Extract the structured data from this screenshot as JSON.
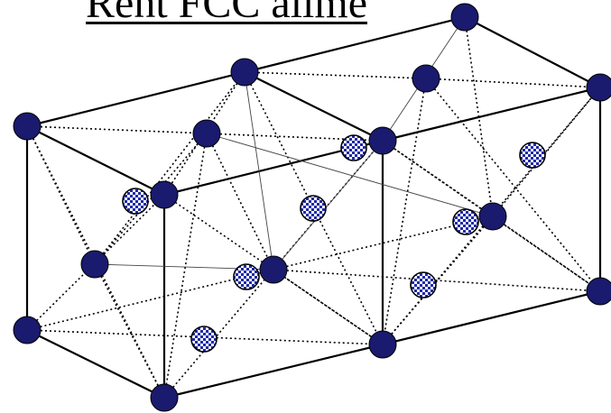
{
  "title": "Rent FCC allme",
  "colors": {
    "atom": "#1a1a6e",
    "checker": "#1f2aa6",
    "edge": "#000000"
  },
  "atoms": [
    {
      "id": "corner-front-bottom-left",
      "kind": "solid"
    },
    {
      "id": "corner-front-bottom-mid",
      "kind": "solid"
    },
    {
      "id": "corner-front-bottom-right",
      "kind": "solid"
    },
    {
      "id": "corner-front-top-left",
      "kind": "solid"
    },
    {
      "id": "corner-front-top-mid",
      "kind": "solid"
    },
    {
      "id": "corner-back-top-left",
      "kind": "solid"
    },
    {
      "id": "corner-back-top-right",
      "kind": "solid"
    },
    {
      "id": "corner-back-bottom-right",
      "kind": "solid"
    },
    {
      "id": "face-left-1",
      "kind": "solid"
    },
    {
      "id": "face-left-2",
      "kind": "solid"
    },
    {
      "id": "face-top-right",
      "kind": "solid"
    },
    {
      "id": "face-center-1",
      "kind": "solid"
    },
    {
      "id": "face-right",
      "kind": "solid"
    },
    {
      "id": "interstitial-1",
      "kind": "checkered"
    },
    {
      "id": "interstitial-2",
      "kind": "checkered"
    },
    {
      "id": "interstitial-3",
      "kind": "checkered"
    },
    {
      "id": "interstitial-4",
      "kind": "checkered"
    },
    {
      "id": "interstitial-5",
      "kind": "checkered"
    },
    {
      "id": "interstitial-6",
      "kind": "checkered"
    },
    {
      "id": "interstitial-7",
      "kind": "checkered"
    },
    {
      "id": "interstitial-8",
      "kind": "checkered"
    }
  ]
}
